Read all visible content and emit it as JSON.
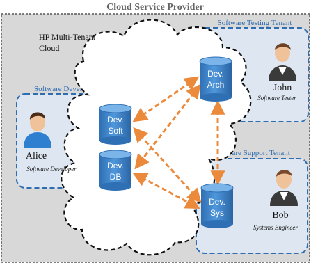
{
  "provider": {
    "title": "Cloud Service Provider"
  },
  "cloud": {
    "label_line1": "HP Multi-Tenant",
    "label_line2": "Cloud"
  },
  "tenants": {
    "testing": {
      "title": "Software Testing Tenant",
      "person": {
        "name": "John",
        "role": "Software Tester"
      }
    },
    "development": {
      "title": "Software Development Tenant",
      "person": {
        "name": "Alice",
        "role": "Software Developer"
      }
    },
    "support": {
      "title": "Software Support Tenant",
      "person": {
        "name": "Bob",
        "role": "Systems Engineer"
      }
    }
  },
  "databases": {
    "arch": {
      "line1": "Dev.",
      "line2": "Arch"
    },
    "soft": {
      "line1": "Dev.",
      "line2": "Soft"
    },
    "db": {
      "line1": "Dev.",
      "line2": "DB"
    },
    "sys": {
      "line1": "Dev.",
      "line2": "Sys"
    }
  },
  "colors": {
    "provider_bg": "#d8d8d8",
    "provider_border": "#555555",
    "tenant_bg": "#dde6f1",
    "tenant_border": "#2e6db2",
    "tenant_title": "#2e6db2",
    "db_fill": "#3f86cc",
    "db_top": "#6aa8e0",
    "arrow": "#ec8a3c"
  }
}
